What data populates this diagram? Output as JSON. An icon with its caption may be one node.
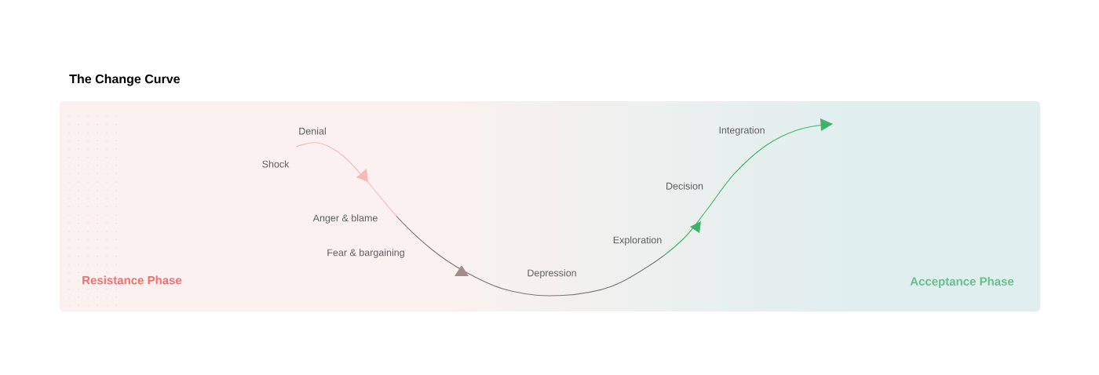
{
  "diagram": {
    "title": "The Change Curve",
    "labels": [
      "Denial",
      "Shock",
      "Integration",
      "Decision",
      "Anger & blame",
      "Exploration",
      "Fear & bargaining",
      "Depression",
      "Resistance Phase",
      "Acceptance Phase"
    ]
  }
}
